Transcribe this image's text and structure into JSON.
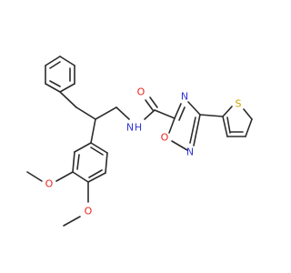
{
  "molecule": {
    "colors": {
      "bond": "#2b2b2b",
      "oxygen": "#e8261d",
      "nitrogen": "#2f36d8",
      "sulfur": "#c9a300",
      "carbon": "#2b2b2b"
    },
    "atoms": {
      "amide_nh": "N",
      "amide_h": "H",
      "carbonyl_o": "O",
      "oxadiazole_o": "O",
      "oxadiazole_n_upper": "N",
      "oxadiazole_n_lower": "N",
      "thiophene_s": "S",
      "methoxy_o_upper": "O",
      "methoxy_o_lower": "O"
    }
  }
}
